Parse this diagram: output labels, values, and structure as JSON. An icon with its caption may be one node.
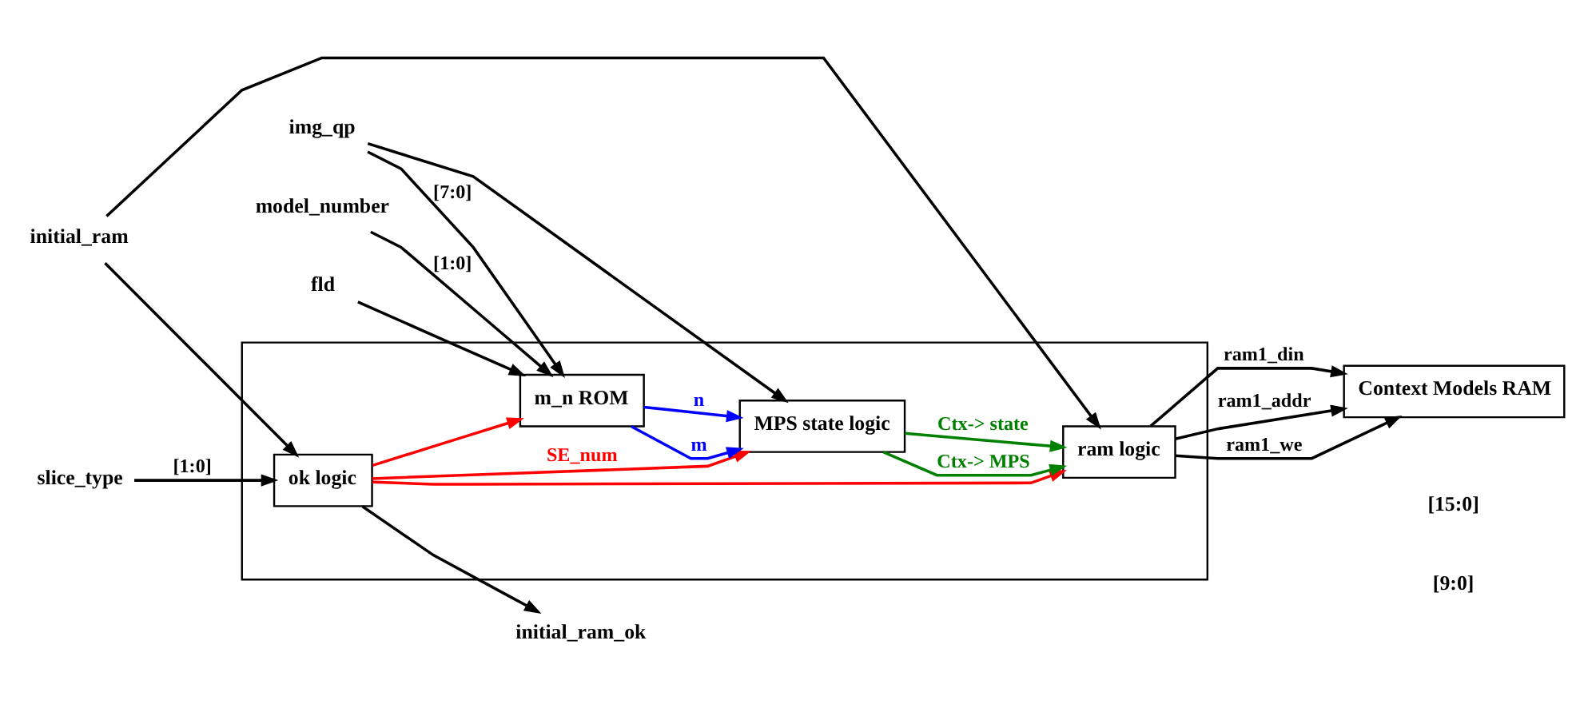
{
  "diagram": {
    "nodes": [
      {
        "text": [],
        "shape": "box"
      },
      {
        "text": [
          "initial_ram"
        ]
      },
      {
        "text": [
          "slice_type"
        ]
      },
      {
        "text": [
          "img_qp"
        ]
      },
      {
        "text": [
          "model_number"
        ]
      },
      {
        "text": [
          "fld"
        ]
      },
      {
        "text": [
          "ok logic"
        ],
        "in": 0
      },
      {
        "text": [
          "m_n ROM"
        ],
        "in": 0
      },
      {
        "text": [
          "MPS state logic"
        ],
        "in": 0
      },
      {
        "text": [
          "ram logic"
        ],
        "in": 0
      },
      {
        "text": [
          "initial_ram_ok"
        ]
      },
      {
        "text": [
          "Context Models RAM"
        ]
      }
    ],
    "edges": [
      {
        "from": 1,
        "to": 6,
        "arrow": "to"
      },
      {
        "from": 1,
        "to": 9,
        "arrow": "to"
      },
      {
        "from": 2,
        "to": 6,
        "arrow": "to",
        "label": "[1:0]"
      },
      {
        "from": 6,
        "to": 10,
        "arrow": "to"
      },
      {
        "from": 6,
        "to": 7,
        "arrow": "to",
        "color": "#ff0000"
      },
      {
        "from": 6,
        "to": 8,
        "arrow": "to",
        "color": "#ff0000",
        "label": "SE_num"
      },
      {
        "from": 6,
        "to": 9,
        "arrow": "to",
        "color": "#ff0000"
      },
      {
        "from": 3,
        "to": 7,
        "arrow": "to",
        "label": "[7:0]"
      },
      {
        "from": 3,
        "to": 8,
        "arrow": "to"
      },
      {
        "from": 4,
        "to": 7,
        "arrow": "to",
        "label": "[1:0]"
      },
      {
        "from": 5,
        "to": 7,
        "arrow": "to"
      },
      {
        "from": 7,
        "to": 8,
        "arrow": "to",
        "color": "#0000ff",
        "label": "m"
      },
      {
        "from": 7,
        "to": 8,
        "arrow": "to",
        "color": "#0000ff",
        "label": "n"
      },
      {
        "from": 8,
        "to": 9,
        "arrow": "to",
        "color": "#008000",
        "label": "Ctx-> state"
      },
      {
        "from": 8,
        "to": 9,
        "arrow": "to",
        "color": "#008000",
        "label": "Ctx-> MPS"
      },
      {
        "from": 9,
        "to": 11,
        "arrow": "to",
        "label": "ram1_din"
      },
      {
        "from": 9,
        "to": 11,
        "arrow": "to",
        "label": "ram1_addr"
      },
      {
        "from": 9,
        "to": 11,
        "arrow": "to",
        "label": "ram1_we"
      }
    ],
    "labels": [
      "[15:0]",
      "[9:0]"
    ]
  }
}
